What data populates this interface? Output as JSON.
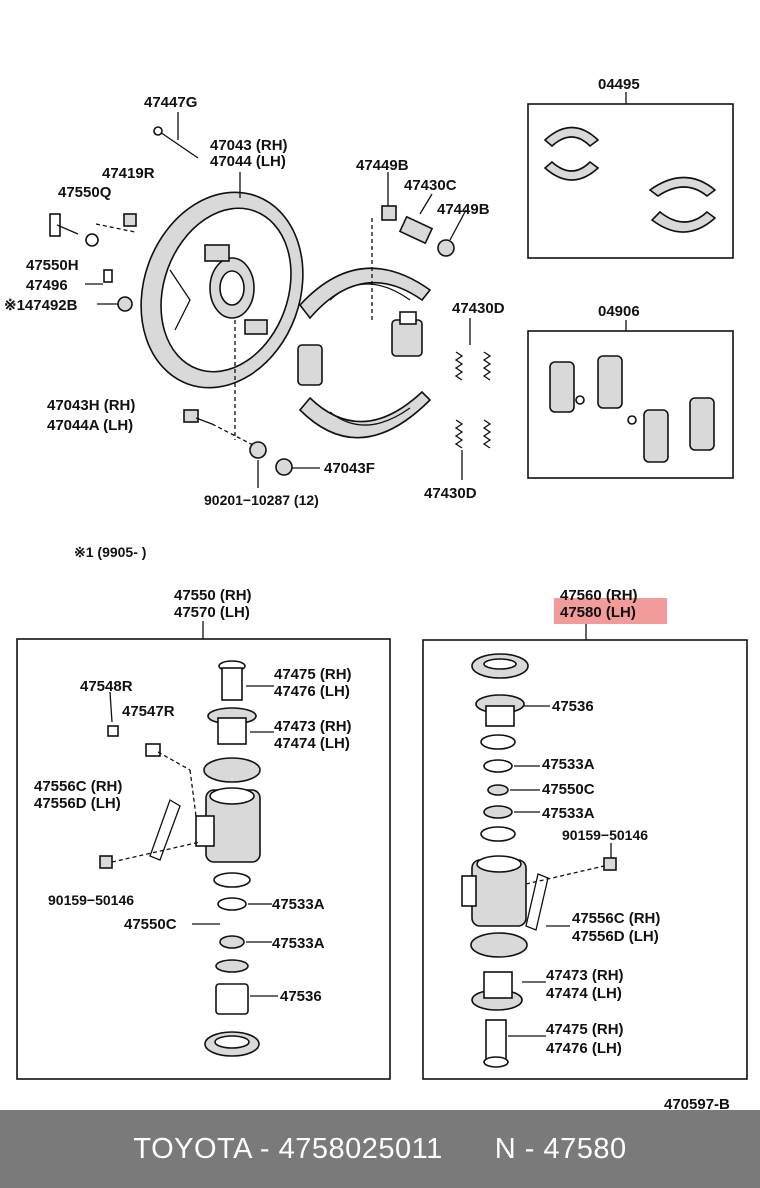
{
  "diagram": {
    "drawing_id": "470597-B",
    "footnote": "※1 (9905-        )",
    "top_labels": {
      "l47447G": "47447G",
      "l47043": "47043 (RH)",
      "l47044": "47044 (LH)",
      "l47419R": "47419R",
      "l47550Q": "47550Q",
      "l47550H": "47550H",
      "l47496": "47496",
      "l47492B": "※147492B",
      "l47043H": "47043H (RH)",
      "l47044A": "47044A (LH)",
      "l47043F": "47043F",
      "l90201": "90201−10287 (12)",
      "l47449B_a": "47449B",
      "l47430C": "47430C",
      "l47449B_b": "47449B",
      "l47430D_a": "47430D",
      "l47430D_b": "47430D",
      "l04495": "04495",
      "l04906": "04906"
    },
    "left_assembly": {
      "title_rh": "47550 (RH)",
      "title_lh": "47570 (LH)",
      "labels": {
        "l47475": "47475 (RH)",
        "l47476": "47476 (LH)",
        "l47548R": "47548R",
        "l47547R": "47547R",
        "l47473": "47473 (RH)",
        "l47474": "47474 (LH)",
        "l47556C": "47556C (RH)",
        "l47556D": "47556D (LH)",
        "l90159": "90159−50146",
        "l47533A_a": "47533A",
        "l47550C": "47550C",
        "l47533A_b": "47533A",
        "l47536": "47536"
      }
    },
    "right_assembly": {
      "title_rh": "47560 (RH)",
      "title_lh": "47580 (LH)",
      "labels": {
        "l47536": "47536",
        "l47533A_a": "47533A",
        "l47550C": "47550C",
        "l47533A_b": "47533A",
        "l90159": "90159−50146",
        "l47556C": "47556C (RH)",
        "l47556D": "47556D (LH)",
        "l47473": "47473 (RH)",
        "l47474": "47474 (LH)",
        "l47475": "47475 (RH)",
        "l47476": "47476 (LH)"
      }
    }
  },
  "footer": {
    "brand_part": "TOYOTA - 4758025011",
    "ref": "N - 47580"
  },
  "colors": {
    "highlight": "#f08a8a",
    "footer_bg": "#7a7a7a",
    "footer_text": "#ffffff"
  }
}
